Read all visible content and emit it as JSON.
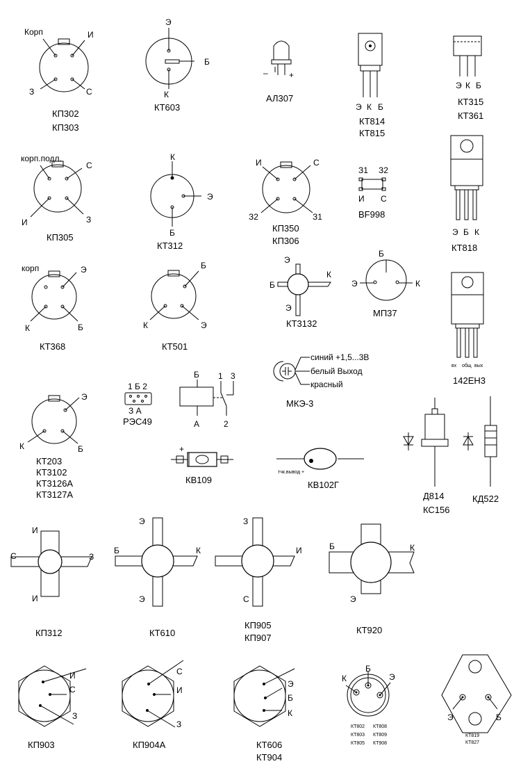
{
  "components": {
    "kp302": {
      "names": [
        "КП302",
        "КП303"
      ],
      "pins": [
        "Корп",
        "И",
        "З",
        "С"
      ]
    },
    "kt603": {
      "names": [
        "КТ603"
      ],
      "pins": [
        "Э",
        "Б",
        "К"
      ]
    },
    "al307": {
      "names": [
        "АЛ307"
      ],
      "pins": [
        "–",
        "+"
      ]
    },
    "kt814": {
      "names": [
        "КТ814",
        "КТ815"
      ],
      "pins": [
        "Э",
        "К",
        "Б"
      ]
    },
    "kt315": {
      "names": [
        "КТ315",
        "КТ361"
      ],
      "pins": [
        "Э",
        "К",
        "Б"
      ]
    },
    "kp305": {
      "names": [
        "КП305"
      ],
      "pins": [
        "корп.подл.",
        "С",
        "И",
        "З"
      ]
    },
    "kt312": {
      "names": [
        "КТ312"
      ],
      "pins": [
        "К",
        "Э",
        "Б"
      ]
    },
    "kp350": {
      "names": [
        "КП350",
        "КП306"
      ],
      "pins": [
        "И",
        "С",
        "З2",
        "З1"
      ]
    },
    "bf998": {
      "names": [
        "BF998"
      ],
      "pins": [
        "З1",
        "З2",
        "И",
        "С"
      ]
    },
    "kt818": {
      "names": [
        "КТ818"
      ],
      "pins": [
        "Э",
        "Б",
        "К"
      ]
    },
    "kt368": {
      "names": [
        "КТ368"
      ],
      "pins": [
        "корп",
        "Э",
        "К",
        "Б"
      ]
    },
    "kt501": {
      "names": [
        "КТ501"
      ],
      "pins": [
        "Б",
        "К",
        "Э"
      ]
    },
    "kt3132": {
      "names": [
        "КТ3132"
      ],
      "pins": [
        "Э",
        "Б",
        "К",
        "Э"
      ]
    },
    "mp37": {
      "names": [
        "МП37"
      ],
      "pins": [
        "Б",
        "Э",
        "К"
      ]
    },
    "e142": {
      "names": [
        "142ЕН3"
      ],
      "pins": [
        "вх",
        "общ",
        "вых"
      ]
    },
    "mke3": {
      "names": [
        "МКЭ-3"
      ],
      "wires": [
        "синий +1,5...3В",
        "белый Выход",
        "красный"
      ]
    },
    "kt203": {
      "names": [
        "КТ203",
        "КТ3102",
        "КТ3126А",
        "КТ3127А"
      ],
      "pins": [
        "Э",
        "К",
        "Б"
      ]
    },
    "res49": {
      "names": [
        "РЭС49"
      ],
      "pins_top": "1 Б 2",
      "pins_bottom": "З А"
    },
    "relay": {
      "pins": [
        "Б",
        "А",
        "1",
        "3",
        "2"
      ]
    },
    "kv109": {
      "names": [
        "КВ109"
      ],
      "pins": [
        "+"
      ]
    },
    "kv102": {
      "names": [
        "КВ102Г"
      ],
      "note": "тчк.вывод +"
    },
    "d814": {
      "names": [
        "Д814",
        "КС156"
      ]
    },
    "kd522": {
      "names": [
        "КД522"
      ]
    },
    "kp312": {
      "names": [
        "КП312"
      ],
      "pins": [
        "И",
        "С",
        "З",
        "И"
      ]
    },
    "kt610": {
      "names": [
        "КТ610"
      ],
      "pins": [
        "Э",
        "Б",
        "К",
        "Э"
      ]
    },
    "kp905": {
      "names": [
        "КП905",
        "КП907"
      ],
      "pins": [
        "З",
        "И",
        "С"
      ]
    },
    "kt920": {
      "names": [
        "КТ920"
      ],
      "pins": [
        "Б",
        "К",
        "Э"
      ]
    },
    "kp903": {
      "names": [
        "КП903"
      ],
      "pins": [
        "И",
        "С",
        "З"
      ]
    },
    "kp904": {
      "names": [
        "КП904А"
      ],
      "pins": [
        "С",
        "И",
        "З"
      ]
    },
    "kt606": {
      "names": [
        "КТ606",
        "КТ904"
      ],
      "pins": [
        "Э",
        "Б",
        "К"
      ]
    },
    "kt802": {
      "labels": [
        "КТ802",
        "КТ808",
        "КТ803",
        "КТ809",
        "КТ805",
        "КТ908"
      ],
      "pins": [
        "К",
        "Б",
        "Э"
      ]
    },
    "kt819": {
      "names": [
        "КТ819",
        "КТ827"
      ],
      "pins": [
        "Э",
        "Б"
      ]
    }
  }
}
